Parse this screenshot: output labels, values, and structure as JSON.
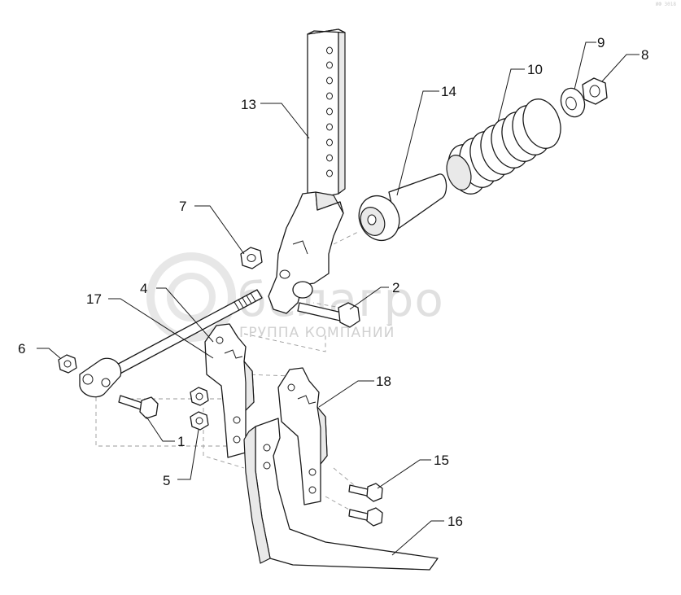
{
  "diagram": {
    "watermark": {
      "brand": "белагро",
      "tagline": "ГРУППА КОМПАНИЙ"
    },
    "corner_mark": "ИФ 3018",
    "callouts": {
      "c1": "1",
      "c2": "2",
      "c4": "4",
      "c5": "5",
      "c6": "6",
      "c7": "7",
      "c8": "8",
      "c9": "9",
      "c10": "10",
      "c13": "13",
      "c14": "14",
      "c15": "15",
      "c16": "16",
      "c17": "17",
      "c18": "18"
    }
  }
}
